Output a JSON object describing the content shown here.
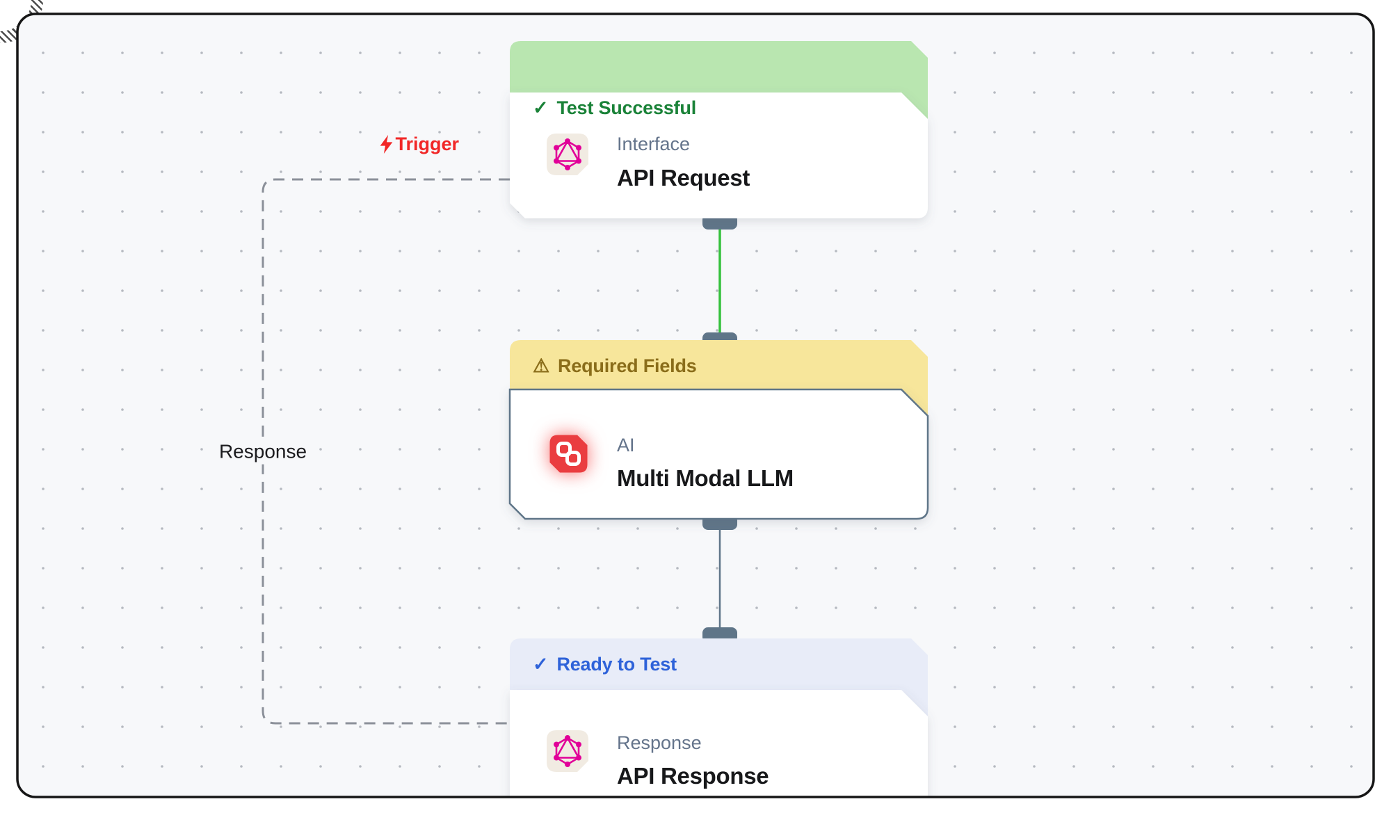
{
  "canvas": {
    "background": "#f7f8fa",
    "outer_background": "#ffffff",
    "border_color": "#161616",
    "dot_color": "#b5b9c0"
  },
  "annotations": {
    "trigger": {
      "label": "Trigger",
      "color": "#f12727",
      "icon": "lightning-bolt-icon"
    },
    "response": {
      "label": "Response",
      "color": "#1b1b1e"
    }
  },
  "connections": {
    "trigger_edge_style": "dashed",
    "dashed_color": "#8b9099",
    "success_color": "#35c13c",
    "default_color": "#5f7588"
  },
  "node_card": {
    "background": "#ffffff",
    "category_color": "#64748b",
    "title_color": "#17181a",
    "icon_tile_color": "#f1ebe2",
    "selected_border": "#5f7588"
  },
  "nodes": [
    {
      "status": {
        "label": "Test Successful",
        "glyph": "✓",
        "bg": "#b9e6b0",
        "color": "#1a8238"
      },
      "category": "Interface",
      "title": "API Request",
      "icon": "graphql-icon",
      "icon_color": "#e10098"
    },
    {
      "status": {
        "label": "Required Fields",
        "glyph": "⚠",
        "bg": "#f7e69b",
        "color": "#8a6d1a"
      },
      "category": "AI",
      "title": "Multi Modal LLM",
      "icon": "chain-links-icon",
      "icon_color": "#ea3d40",
      "selected": true
    },
    {
      "status": {
        "label": "Ready to Test",
        "glyph": "✓",
        "bg": "#e8ecf8",
        "color": "#2e62d9"
      },
      "category": "Response",
      "title": "API Response",
      "icon": "graphql-icon",
      "icon_color": "#e10098"
    }
  ]
}
